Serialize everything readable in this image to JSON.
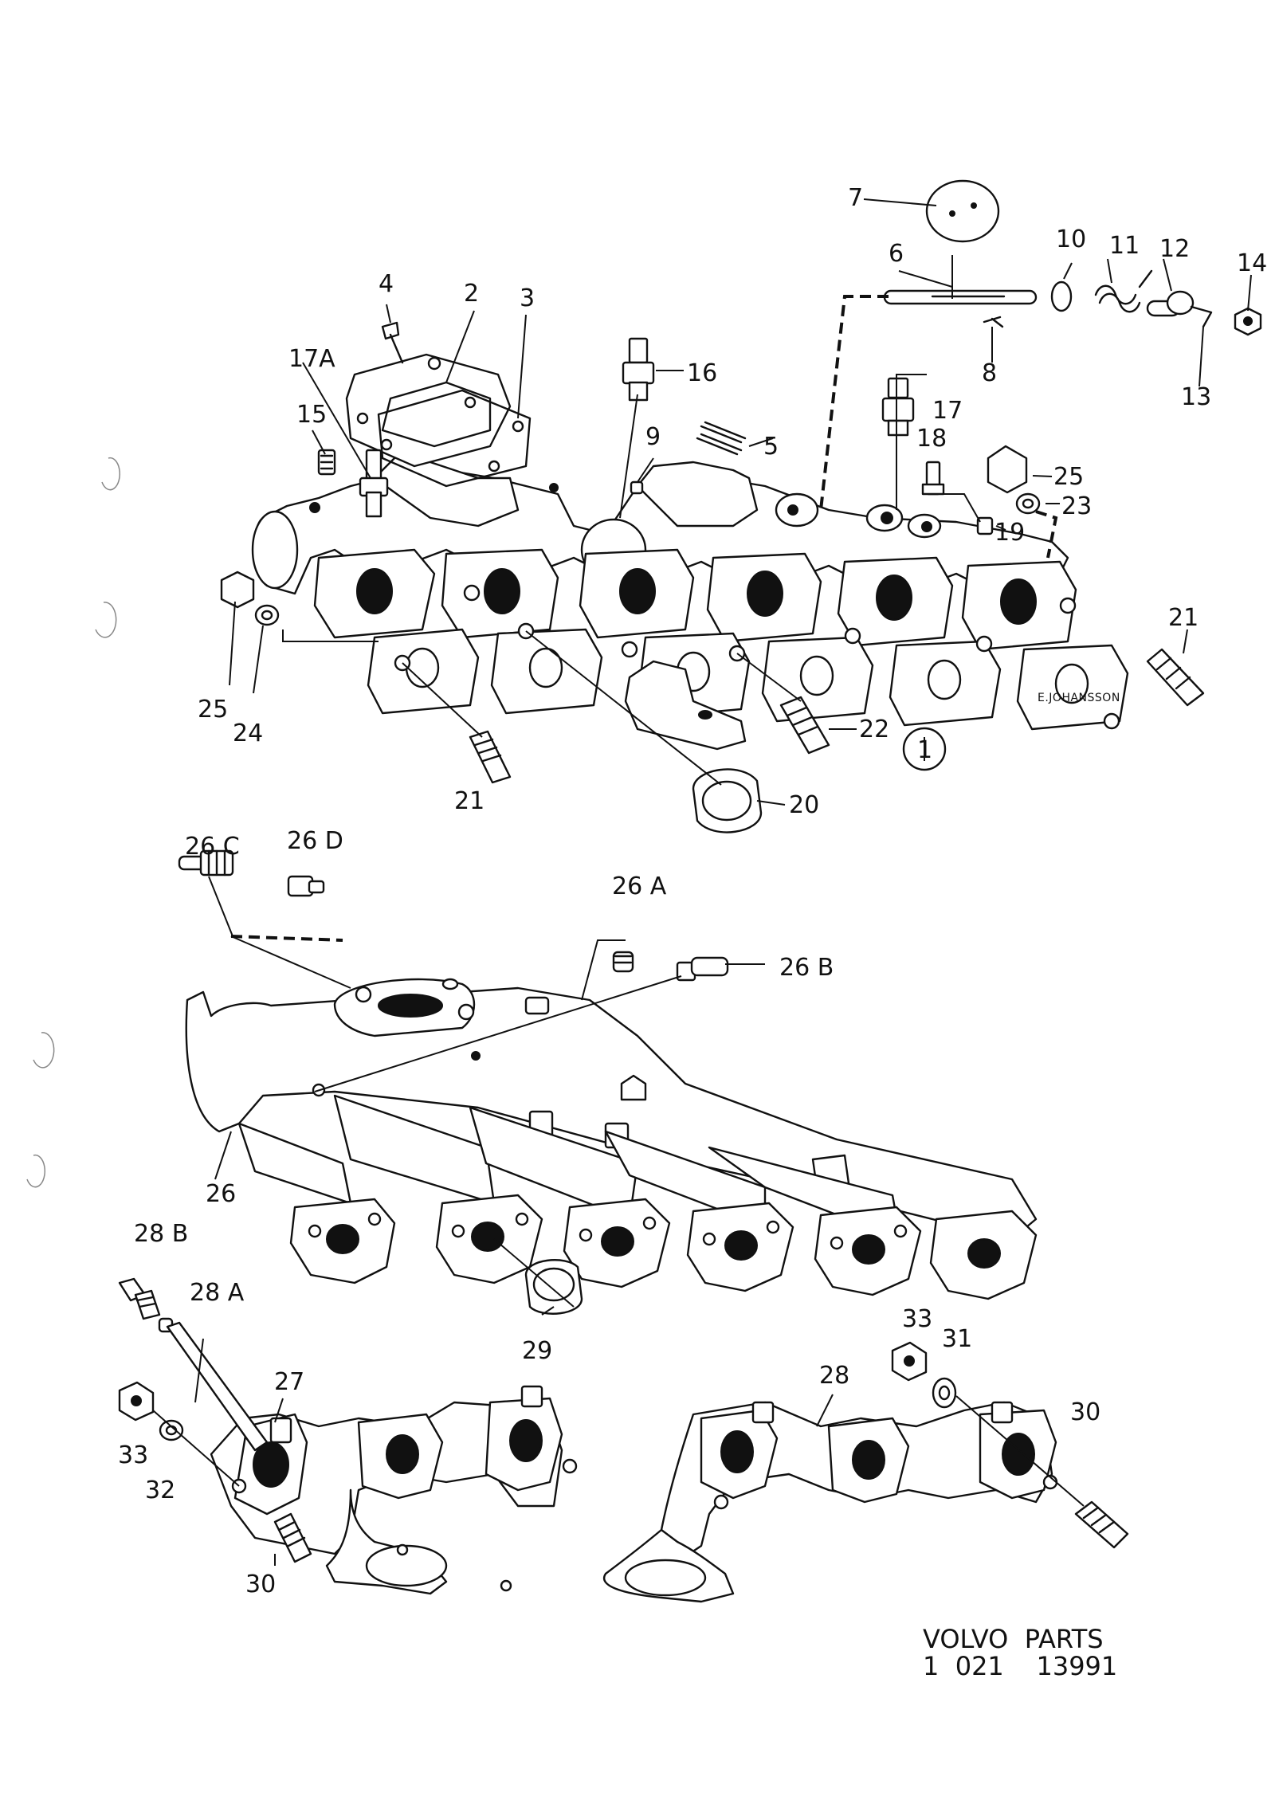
{
  "labels": {
    "p1": "1",
    "p2": "2",
    "p3": "3",
    "p4": "4",
    "p5": "5",
    "p6": "6",
    "p7": "7",
    "p8": "8",
    "p9": "9",
    "p10": "10",
    "p11": "11",
    "p12": "12",
    "p13": "13",
    "p14": "14",
    "p15": "15",
    "p16": "16",
    "p17": "17",
    "p17a": "17A",
    "p18": "18",
    "p19": "19",
    "p20": "20",
    "p21a": "21",
    "p21b": "21",
    "p22": "22",
    "p23": "23",
    "p24": "24",
    "p25a": "25",
    "p25b": "25",
    "p26": "26",
    "p26a": "26 A",
    "p26b": "26 B",
    "p26c": "26 C",
    "p26d": "26 D",
    "p27": "27",
    "p28": "28",
    "p28a": "28 A",
    "p28b": "28 B",
    "p29": "29",
    "p30a": "30",
    "p30b": "30",
    "p31": "31",
    "p32": "32",
    "p33a": "33",
    "p33b": "33"
  },
  "artist": "E.JOHANSSON",
  "footer": {
    "line1": "VOLVO  PARTS",
    "line2": "1  021    13991"
  }
}
